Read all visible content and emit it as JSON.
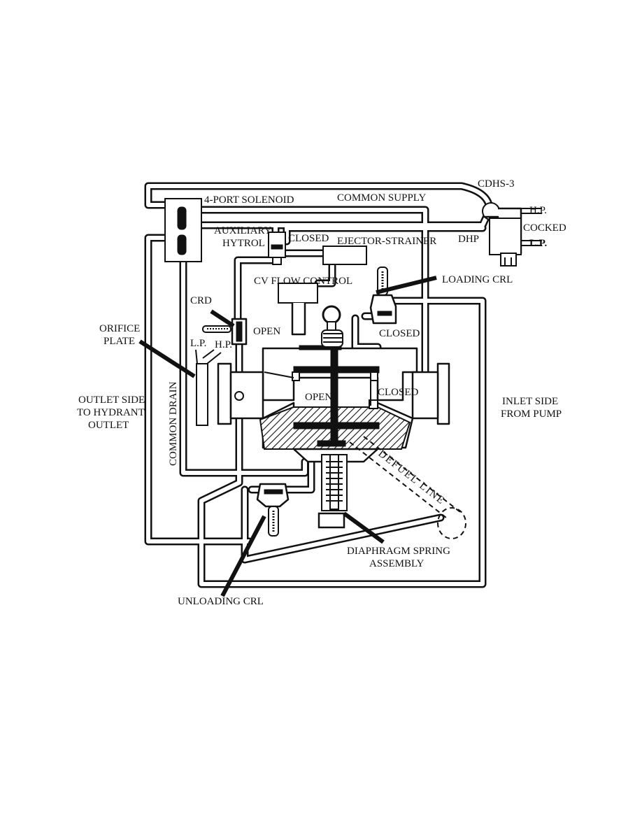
{
  "labels": {
    "cdhs": "CDHS-3",
    "hp_right": "H.P.",
    "cocked": "COCKED",
    "lp_right": "L.P.",
    "dhp": "DHP",
    "four_port_solenoid": "4-PORT SOLENOID",
    "common_supply": "COMMON SUPPLY",
    "auxiliary": "AUXILIARY",
    "hytrol": "HYTROL",
    "closed_hytrol": "CLOSED",
    "ejector_strainer": "EJECTOR-STRAINER",
    "cv_flow_control": "CV FLOW CONTROL",
    "loading_crl": "LOADING CRL",
    "crd": "CRD",
    "open_crd": "OPEN",
    "closed_loading": "CLOSED",
    "orifice": "ORIFICE",
    "plate": "PLATE",
    "lp_left": "L.P.",
    "hp_left": "H.P.",
    "outlet_side": "OUTLET SIDE",
    "to_hydrant": "TO HYDRANT",
    "outlet": "OUTLET",
    "common_drain": "COMMON DRAIN",
    "open_main": "OPEN",
    "closed_main": "CLOSED",
    "inlet_side": "INLET SIDE",
    "from_pump": "FROM PUMP",
    "defuel_line": "DEFUEL LINE",
    "diaphragm_spring": "DIAPHRAGM SPRING",
    "assembly": "ASSEMBLY",
    "unloading_crl": "UNLOADING CRL"
  }
}
